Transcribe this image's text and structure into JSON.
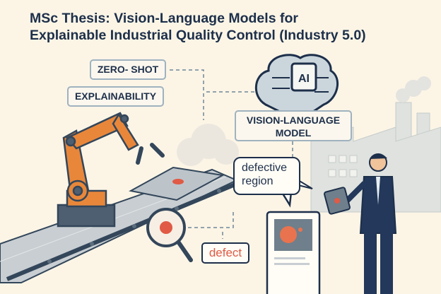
{
  "title": {
    "line1": "MSc Thesis: Vision-Language Models for",
    "line2": "Explainable Industrial Quality Control (Industry 5.0)"
  },
  "tags": {
    "zero_shot": "ZERO- SHOT",
    "explainability": "EXPLAINABILITY",
    "vlm_line1": "VISION-LANGUAGE",
    "vlm_line2": "MODEL"
  },
  "chip_label": "AI",
  "bubble": {
    "line1": "defective",
    "line2": "region"
  },
  "defect_label": "defect",
  "colors": {
    "background": "#fcf5e6",
    "navy": "#1d2f4a",
    "orange": "#e8873a",
    "defect_red": "#e05a45"
  }
}
